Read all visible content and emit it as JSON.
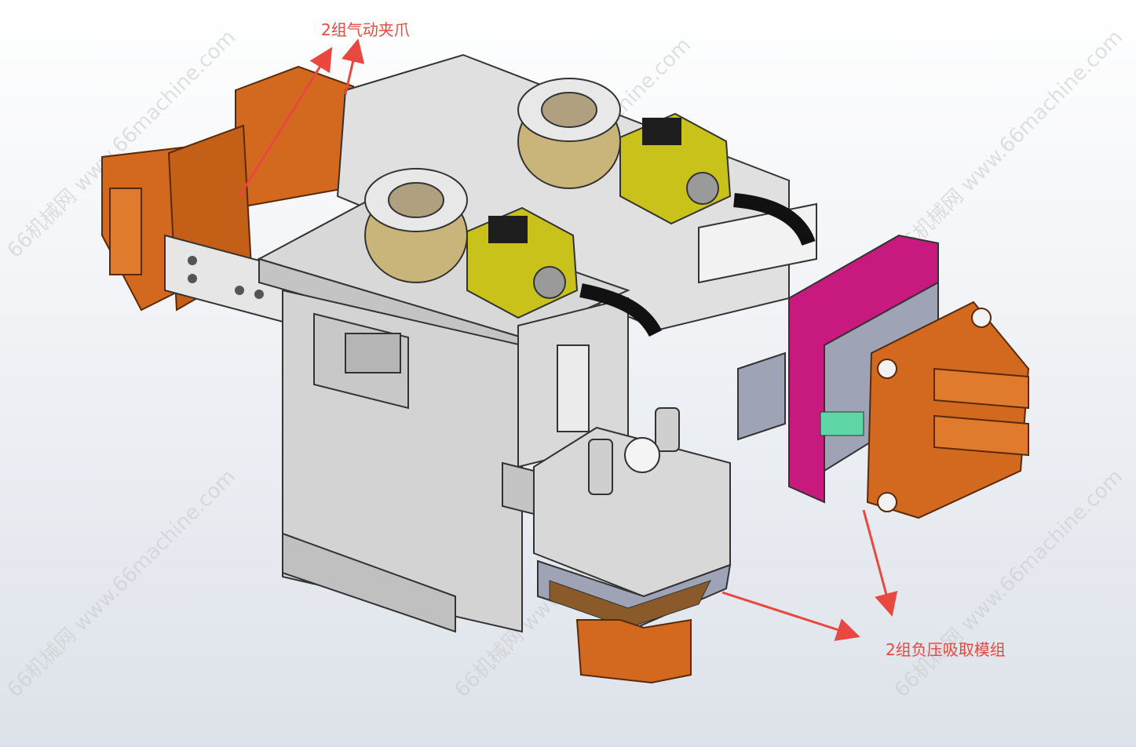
{
  "callouts": {
    "top_label": "2组气动夹爪",
    "bottom_label": "2组负压吸取模组"
  },
  "watermark": {
    "text": "66机械网 www.66machine.com"
  },
  "colors": {
    "background_top": "#ffffff",
    "background_bottom": "#dde2ea",
    "callout_red": "#e8483f",
    "connector_orange": "#d2691e",
    "plate_gray": "#d3d3d3",
    "sensor_yellow": "#c9c21b",
    "ring_brass": "#c9b57a",
    "magenta_plate": "#c8197f",
    "block_gray_blue": "#9ea4b6"
  }
}
